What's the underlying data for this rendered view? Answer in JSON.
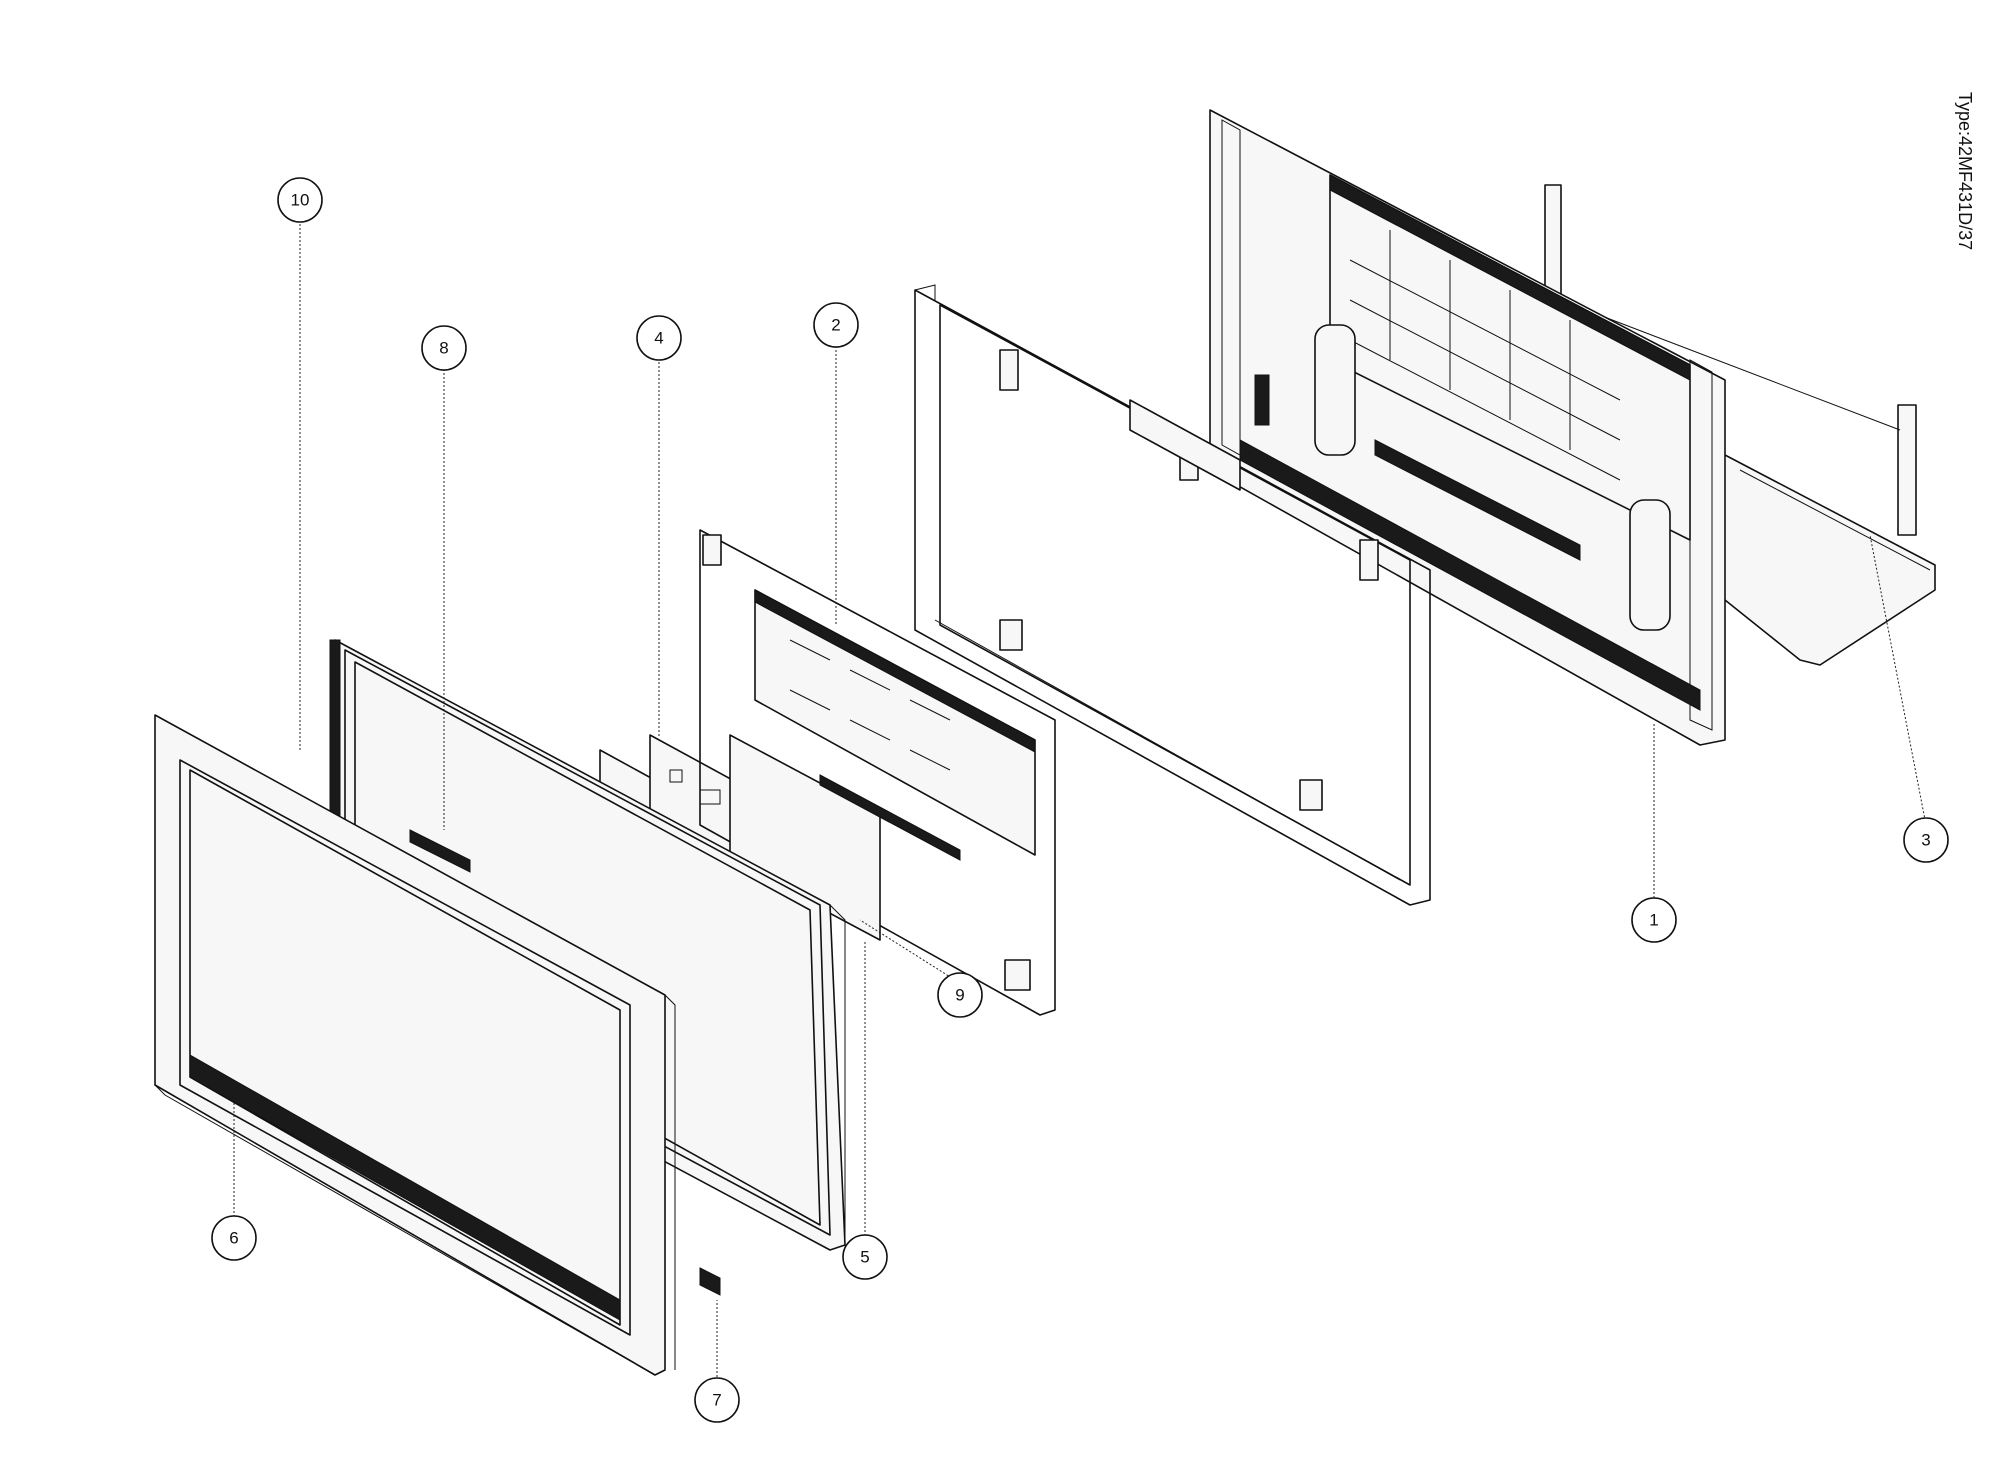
{
  "model_type": "Type:42MF431D/37",
  "callouts": [
    {
      "label": "1"
    },
    {
      "label": "2"
    },
    {
      "label": "3"
    },
    {
      "label": "4"
    },
    {
      "label": "5"
    },
    {
      "label": "6"
    },
    {
      "label": "7"
    },
    {
      "label": "8"
    },
    {
      "label": "9"
    },
    {
      "label": "10"
    }
  ]
}
